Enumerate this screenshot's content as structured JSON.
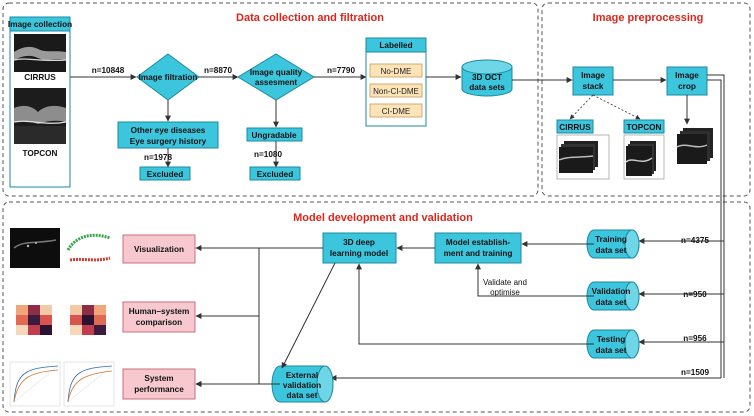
{
  "sections": {
    "collection_title": "Data collection and filtration",
    "preprocessing_title": "Image preprocessing",
    "model_title": "Model development and validation"
  },
  "collection": {
    "header": "Image collection",
    "device_1": "CIRRUS",
    "device_2": "TOPCON",
    "n_total": "n=10848",
    "filter_1": "Image filtration",
    "n_after_filter_1": "n=8870",
    "filter_2_line_1": "Image quality",
    "filter_2_line_2": "assesment",
    "n_after_filter_2": "n=7790",
    "excl_reason_1_line_1": "Other eye diseases",
    "excl_reason_1_line_2": "Eye surgery history",
    "n_excl_1": "n=1978",
    "excluded_1": "Excluded",
    "excl_reason_2": "Ungradable",
    "n_excl_2": "n=1080",
    "excluded_2": "Excluded",
    "labelled_header": "Labelled",
    "labels": [
      "No-DME",
      "Non-CI-DME",
      "CI-DME"
    ],
    "dataset_line_1": "3D OCT",
    "dataset_line_2": "data sets"
  },
  "preprocessing": {
    "stack_line_1": "Image",
    "stack_line_2": "stack",
    "crop_line_1": "Image",
    "crop_line_2": "crop",
    "device_1": "CIRRUS",
    "device_2": "TOPCON"
  },
  "model": {
    "training_line_1": "Training",
    "training_line_2": "data set",
    "n_training": "n=4375",
    "validation_line_1": "Validation",
    "validation_line_2": "data set",
    "n_validation": "n=950",
    "testing_line_1": "Testing",
    "testing_line_2": "data set",
    "n_testing": "n=956",
    "external_line_1": "External",
    "external_line_2": "validation",
    "external_line_3": "data set",
    "n_external": "n=1509",
    "establish_line_1": "Model establish-",
    "establish_line_2": "ment and training",
    "dl_line_1": "3D deep",
    "dl_line_2": "learning model",
    "validate_line_1": "Validate and",
    "validate_line_2": "optimise",
    "out_1": "Visualization",
    "out_2_line_1": "Human–system",
    "out_2_line_2": "comparison",
    "out_3_line_1": "System",
    "out_3_line_2": "performance"
  },
  "colors": {
    "box_fill": "#3cc6dd",
    "box_stroke": "#1c8aa0",
    "label_fill": "#fde3b8",
    "output_fill": "#f7c9cf",
    "output_stroke": "#c96f7c",
    "title_red": "#e0251b",
    "dashed_border": "#555555"
  }
}
